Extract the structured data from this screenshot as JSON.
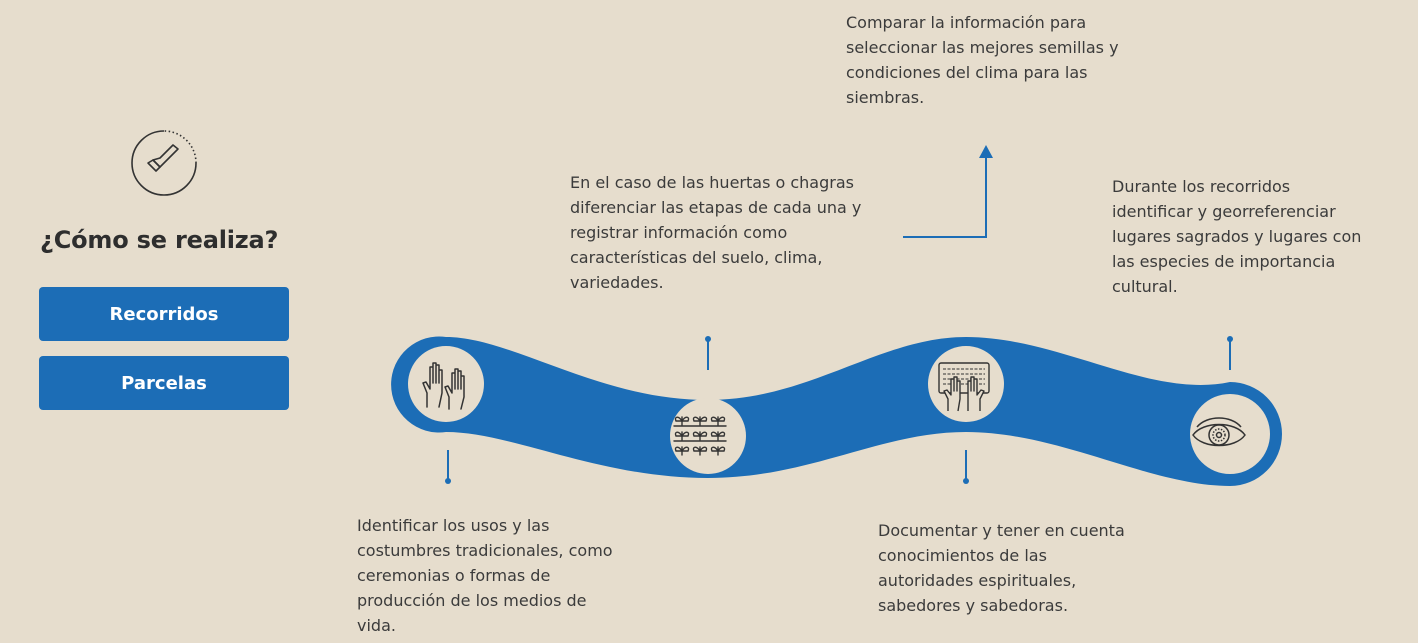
{
  "sidebar": {
    "heading": "¿Cómo se realiza?",
    "buttons": [
      {
        "label": "Recorridos"
      },
      {
        "label": "Parcelas"
      }
    ],
    "badge_icon": "check-circle-icon"
  },
  "steps": [
    {
      "icon": "raised-hands-icon",
      "text": "Identificar los usos y las costumbres tradicionales, como ceremonias o formas de producción de los medios de vida."
    },
    {
      "icon": "crop-rows-icon",
      "text": "En el caso de las huertas o chagras diferenciar las etapas de cada una y registrar información como características del suelo, clima, variedades."
    },
    {
      "icon": "keyboard-hands-icon",
      "text": "Documentar y tener en cuenta conocimientos de las autoridades espirituales, sabedores y sabedoras."
    },
    {
      "icon": "eye-icon",
      "text": "Durante los recorridos identificar y georreferenciar lugares sagrados y lugares con las especies de importancia cultural."
    }
  ],
  "top_note": "Comparar la información para seleccionar las mejores semillas y condiciones del clima para las siembras.",
  "colors": {
    "background": "#e6ddcd",
    "accent": "#1c6db6",
    "node_fill": "#e6ddcd",
    "text": "#3b3b3b"
  }
}
